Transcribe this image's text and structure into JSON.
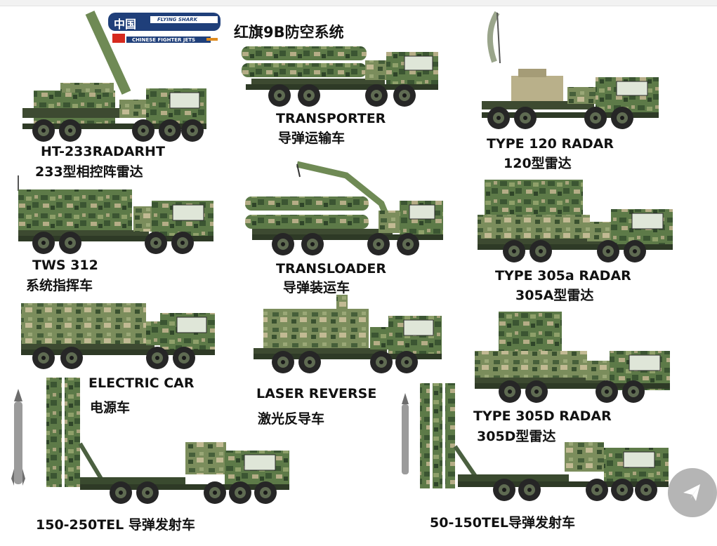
{
  "logo": {
    "main": "中国",
    "tag": "FLYING SHARK",
    "sub": "CHINESE FIGHTER JETS"
  },
  "title": "红旗9B防空系统",
  "vehicles": {
    "ht233": {
      "en": "HT-233RADARHT",
      "zh": "233型相控阵雷达"
    },
    "transporter": {
      "en": "TRANSPORTER",
      "zh": "导弹运输车"
    },
    "type120": {
      "en": "TYPE 120 RADAR",
      "zh": "120型雷达"
    },
    "tws312": {
      "en": "TWS 312",
      "zh": "系统指挥车"
    },
    "transloader": {
      "en": "TRANSLOADER",
      "zh": "导弹装运车"
    },
    "type305a": {
      "en": "TYPE 305a RADAR",
      "zh": "305A型雷达"
    },
    "electric": {
      "en": "ELECTRIC CAR",
      "zh": "电源车"
    },
    "laser": {
      "en": "LASER REVERSE",
      "zh": "激光反导车"
    },
    "type305d": {
      "en": "TYPE 305D RADAR",
      "zh": "305D型雷达"
    },
    "tel150": {
      "en": "150-250TEL 导弹发射车"
    },
    "tel50": {
      "en": "50-150TEL导弹发射车"
    }
  },
  "colors": {
    "camo_dark": "#3f5a34",
    "camo_mid": "#6f8a55",
    "camo_light": "#b7b28a",
    "tire": "#2b2b2b",
    "logo_blue": "#1f3f7a",
    "flag_red": "#d62a1e"
  },
  "share": {
    "icon": "share-icon"
  }
}
